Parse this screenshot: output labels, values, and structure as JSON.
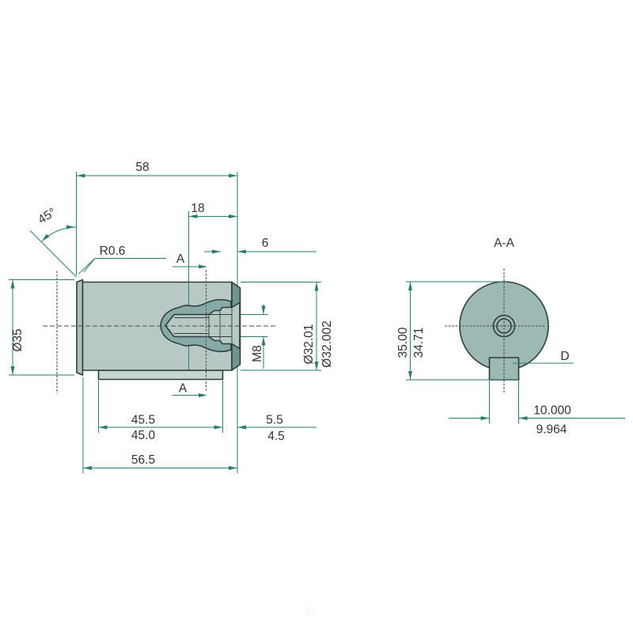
{
  "watermark": {
    "letter": "G"
  },
  "colors": {
    "background": "#ffffff",
    "watermark": "#f2f2f2",
    "dim": "#2b7d72",
    "outline": "#2e3d3a",
    "text": "#333333",
    "centerline": "#4a4a4a",
    "section-line": "#5a5a5a",
    "body": "#b8c9c5",
    "flange": "#adc2be",
    "band": "#70948f",
    "blob": "#86aaa5",
    "tab": "#c7d5d2",
    "circle-fill": "#9db9b4"
  },
  "side_view": {
    "length_overall": "58",
    "length_18": "18",
    "length_6": "6",
    "chamfer_angle": "45°",
    "fillet_radius": "R0.6",
    "section_label": "A",
    "dia_flange": "Ø35",
    "thread": "M8",
    "dia_shaft_upper": "Ø32.01",
    "dia_shaft_lower": "Ø32.002",
    "flat_length_upper": "45.5",
    "flat_length_lower": "45.0",
    "offset_upper": "5.5",
    "offset_lower": "4.5",
    "length_56_5": "56.5"
  },
  "section_view": {
    "title": "A-A",
    "height_upper": "35.00",
    "height_lower": "34.71",
    "flat_label": "D",
    "width_upper": "10.000",
    "width_lower": "9.964"
  }
}
